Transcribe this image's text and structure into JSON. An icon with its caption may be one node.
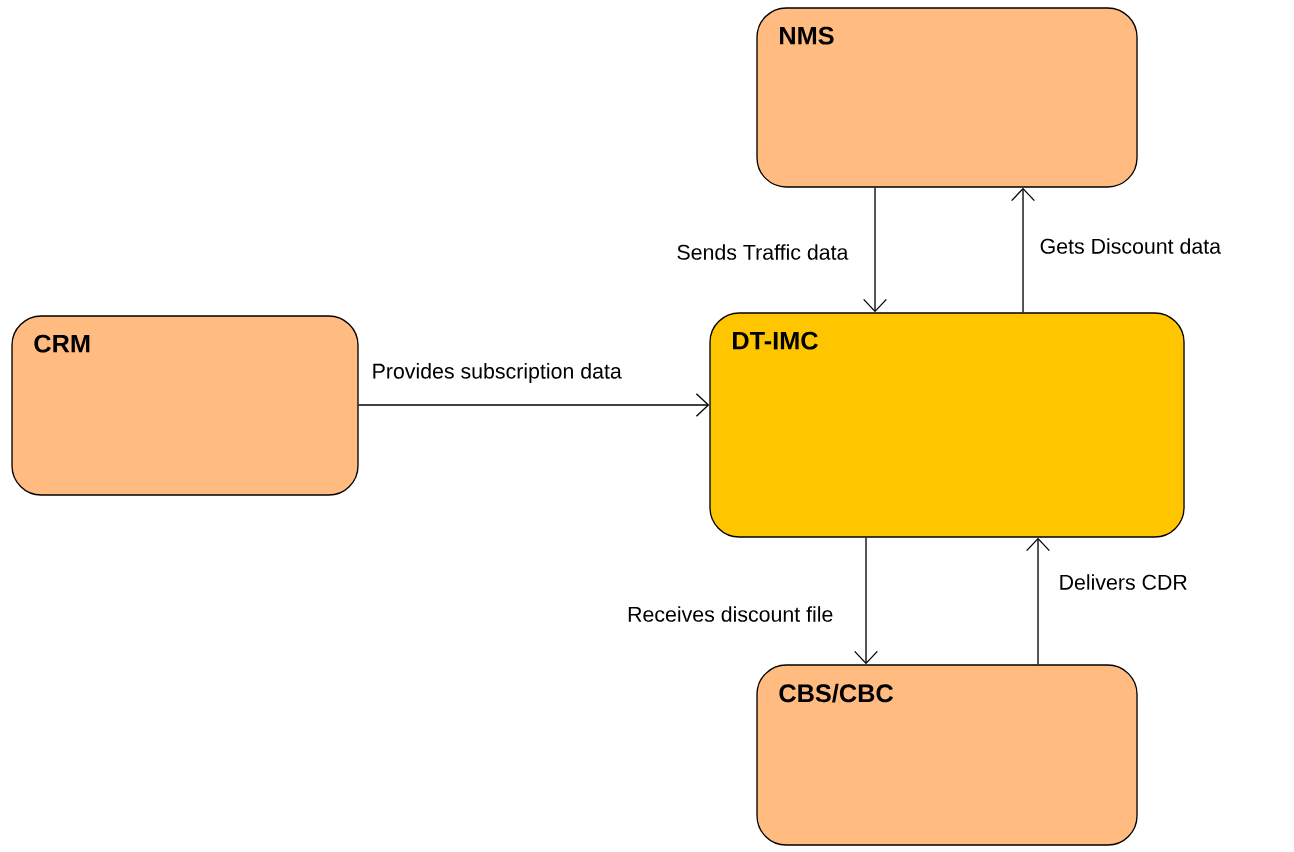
{
  "diagram": {
    "nodes": [
      {
        "text": [
          "NMS"
        ]
      },
      {
        "text": [
          "CRM"
        ]
      },
      {
        "text": [
          "DT-IMC"
        ]
      },
      {
        "text": [
          "CBS/CBC"
        ]
      }
    ],
    "edges": [
      {
        "from": 0,
        "to": 2,
        "arrow": "to",
        "label": "Sends Traffic data"
      },
      {
        "from": 2,
        "to": 0,
        "arrow": "to",
        "label": "Gets Discount data"
      },
      {
        "from": 1,
        "to": 2,
        "arrow": "to",
        "label": "Provides subscription data"
      },
      {
        "from": 2,
        "to": 3,
        "arrow": "to",
        "label": "Receives discount file"
      },
      {
        "from": 3,
        "to": 2,
        "arrow": "to",
        "label": "Delivers CDR"
      }
    ]
  }
}
